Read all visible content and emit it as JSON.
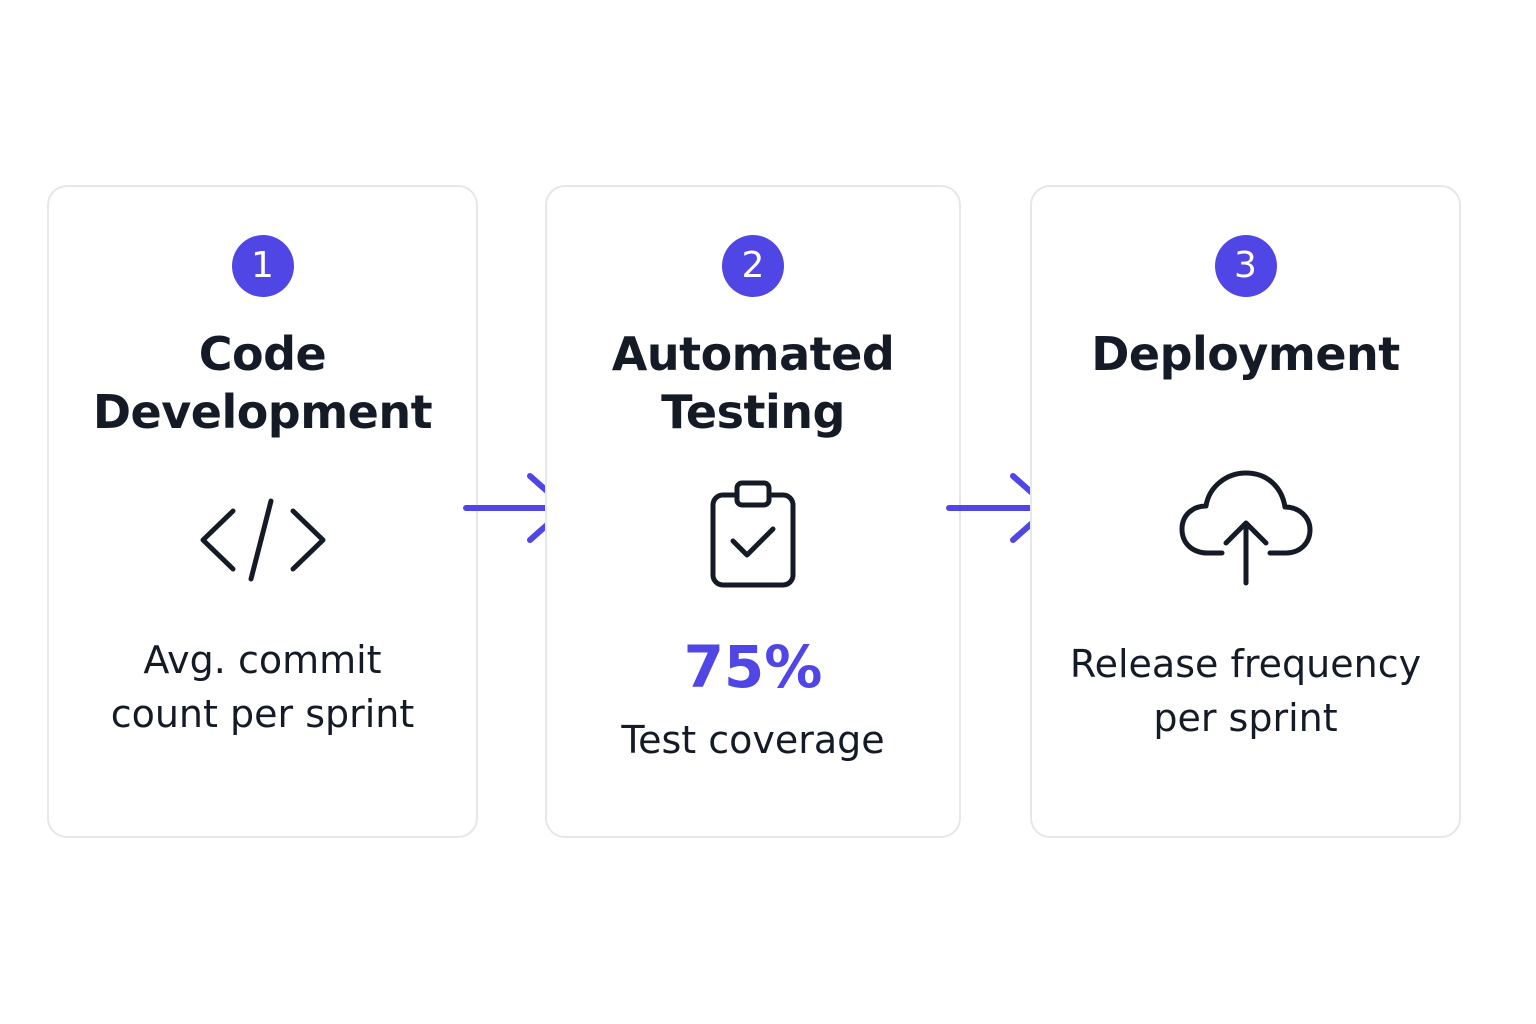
{
  "colors": {
    "accent": "#4f46e5",
    "text": "#151b26",
    "card_border": "#e5e7eb"
  },
  "steps": [
    {
      "number": "1",
      "title": "Code\nDevelopment",
      "icon": "code-icon",
      "metric": "",
      "description": "Avg. commit\ncount per sprint"
    },
    {
      "number": "2",
      "title": "Automated\nTesting",
      "icon": "clipboard-check-icon",
      "metric": "75%",
      "description": "Test coverage"
    },
    {
      "number": "3",
      "title": "Deployment",
      "icon": "cloud-upload-icon",
      "metric": "",
      "description": "Release frequency\nper sprint"
    }
  ],
  "connectors": [
    "arrow-right-icon",
    "arrow-right-icon"
  ]
}
